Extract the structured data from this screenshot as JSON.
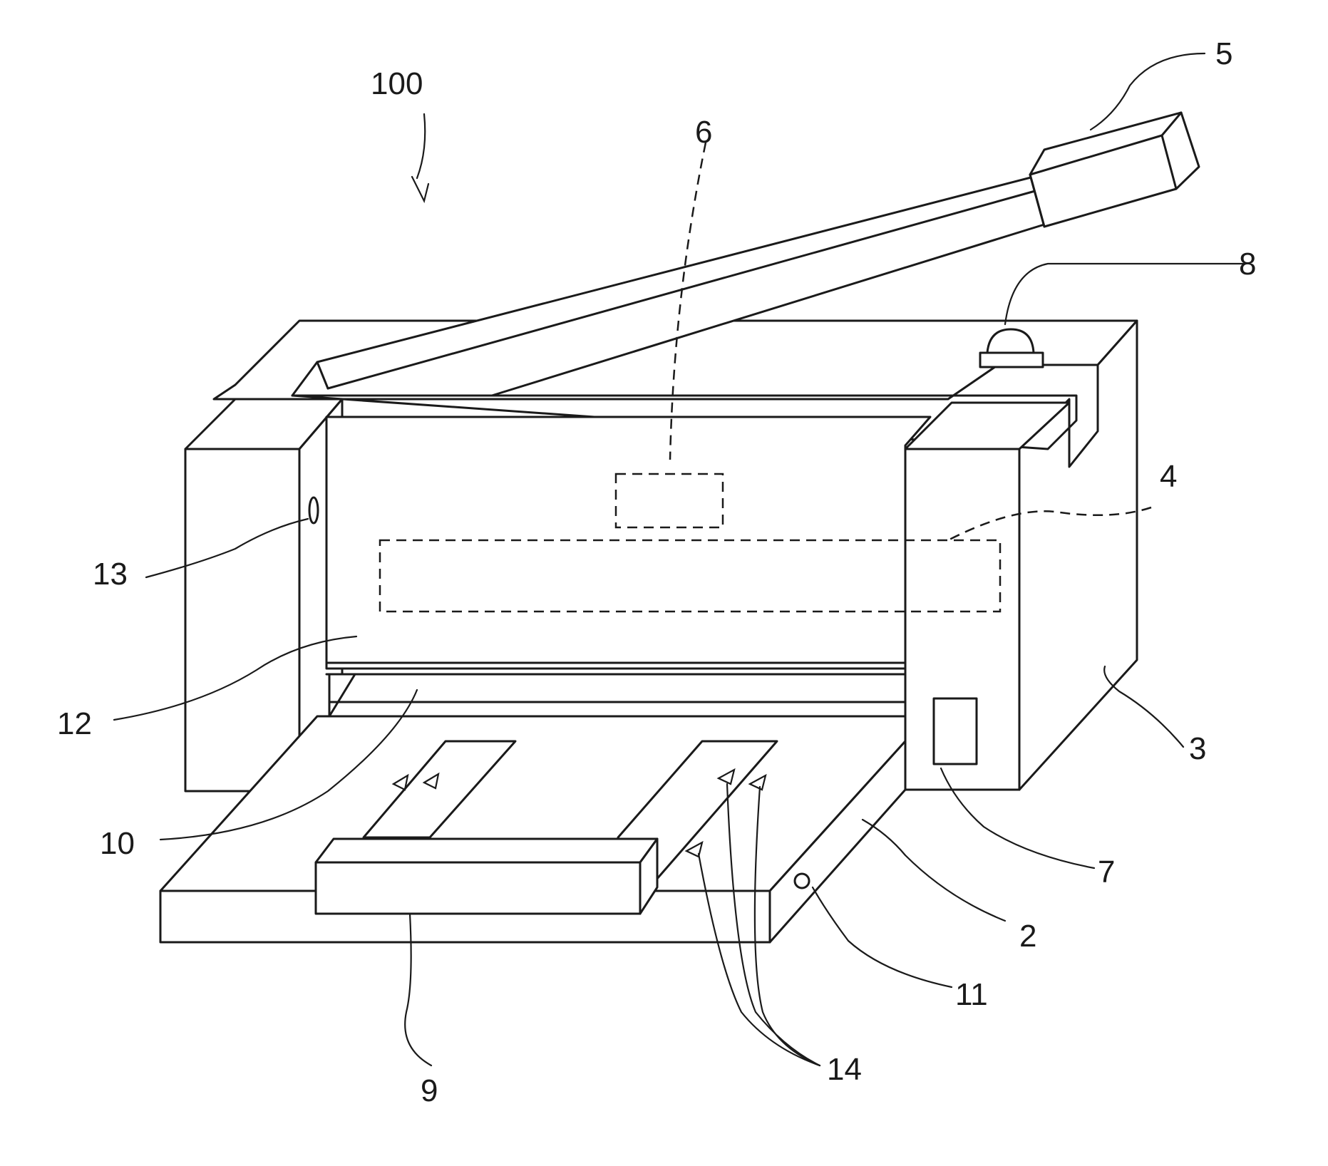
{
  "figure": {
    "labels": {
      "l100": "100",
      "l2": "2",
      "l3": "3",
      "l4": "4",
      "l5": "5",
      "l6": "6",
      "l7": "7",
      "l8": "8",
      "l9": "9",
      "l10": "10",
      "l11": "11",
      "l12": "12",
      "l13": "13",
      "l14": "14"
    }
  }
}
